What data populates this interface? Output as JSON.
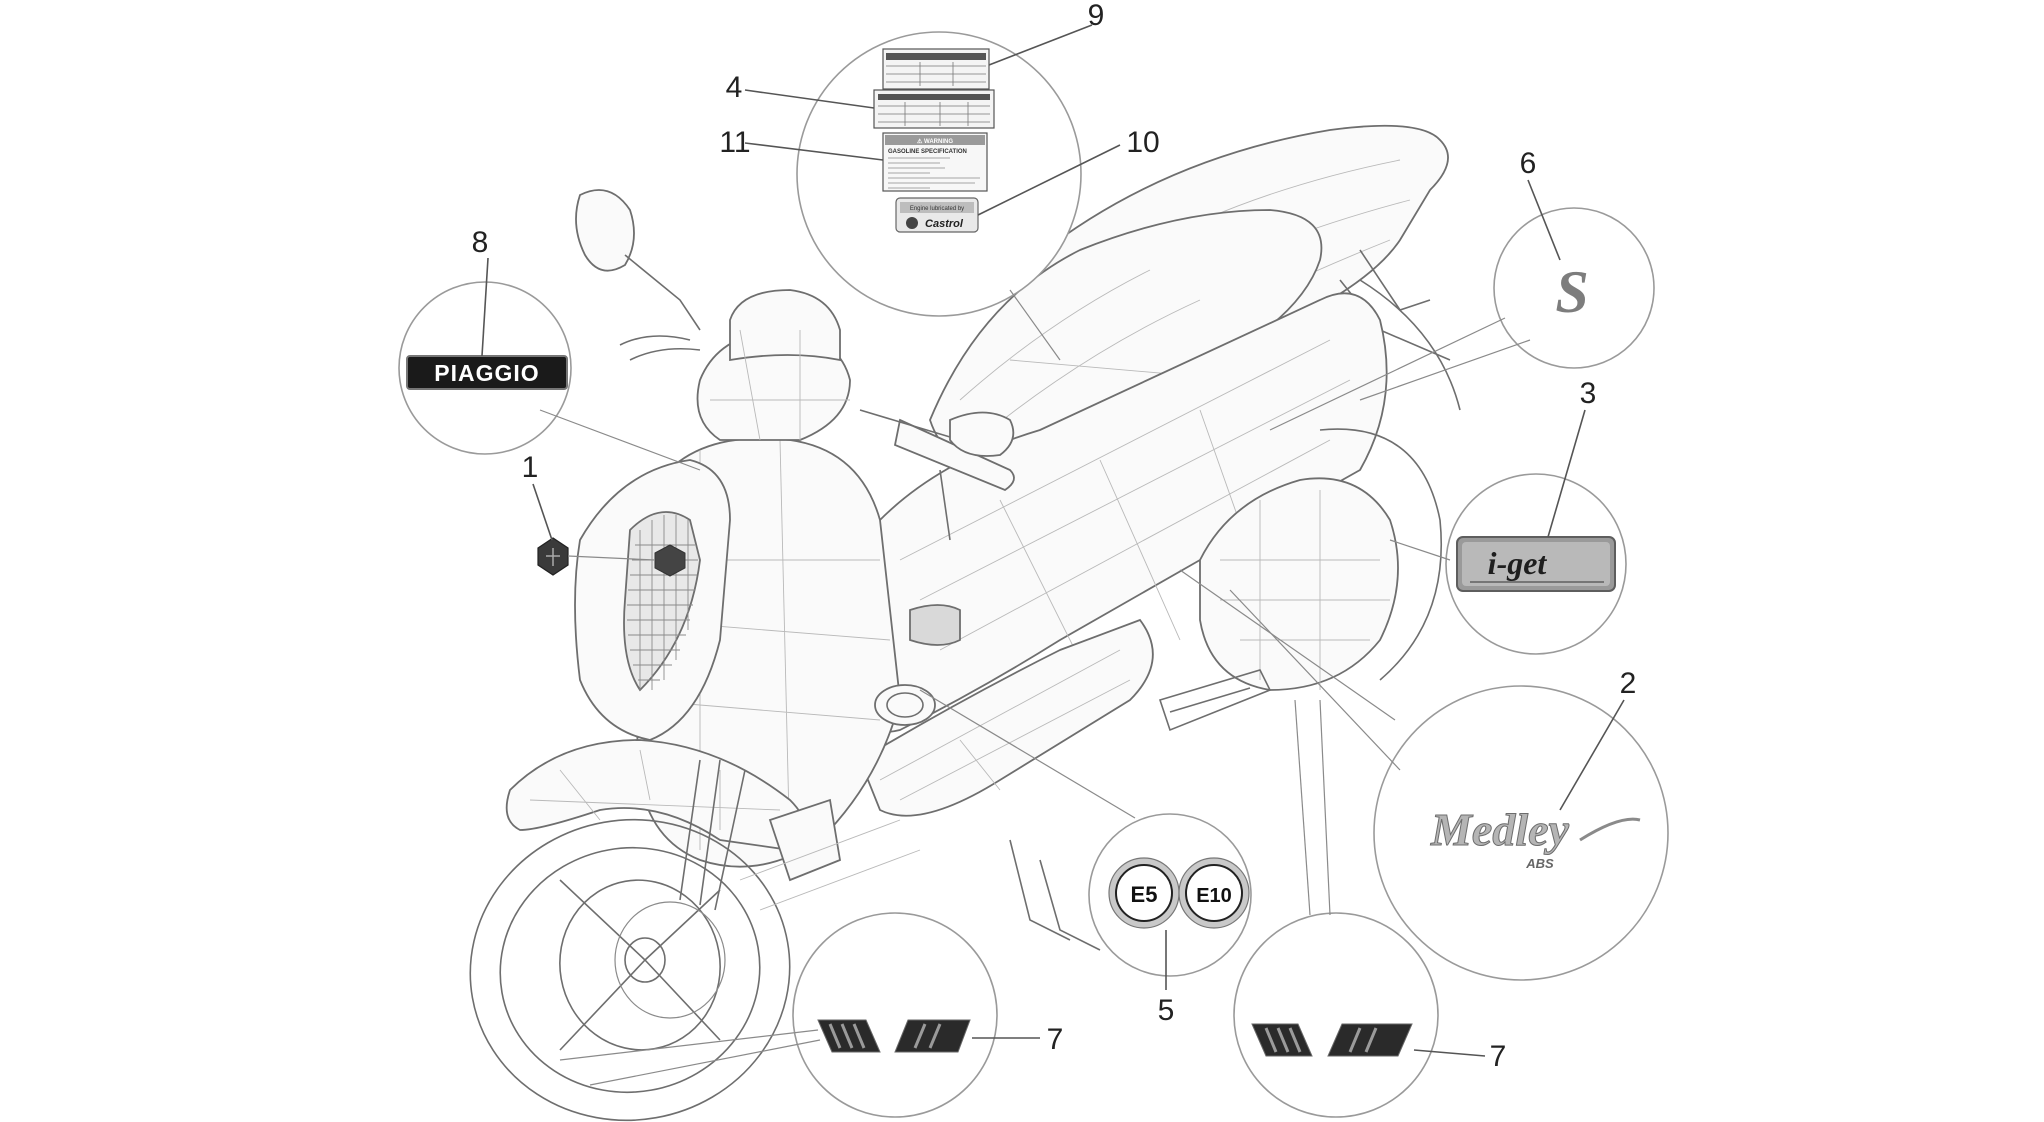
{
  "callouts": {
    "c1": "1",
    "c2": "2",
    "c3": "3",
    "c4": "4",
    "c5": "5",
    "c6": "6",
    "c7a": "7",
    "c7b": "7",
    "c8": "8",
    "c9": "9",
    "c10": "10",
    "c11": "11"
  },
  "decals": {
    "brand_plate": "PIAGGIO",
    "model_script": "Medley",
    "model_sub": "ABS",
    "s_badge": "S",
    "engine_badge": "i-get",
    "fuel_e5": "E5",
    "fuel_e10": "E10",
    "warning_title": "⚠ WARNING",
    "gasoline_spec": "GASOLINE SPECIFICATION",
    "engine_lubricated": "Engine lubricated by",
    "castrol": "Castrol"
  },
  "colors": {
    "line": "#6e6e6e",
    "decal_dark": "#1a1a1a",
    "badge_grey": "#8c8c8c",
    "fuel_ring": "#c0392b"
  }
}
